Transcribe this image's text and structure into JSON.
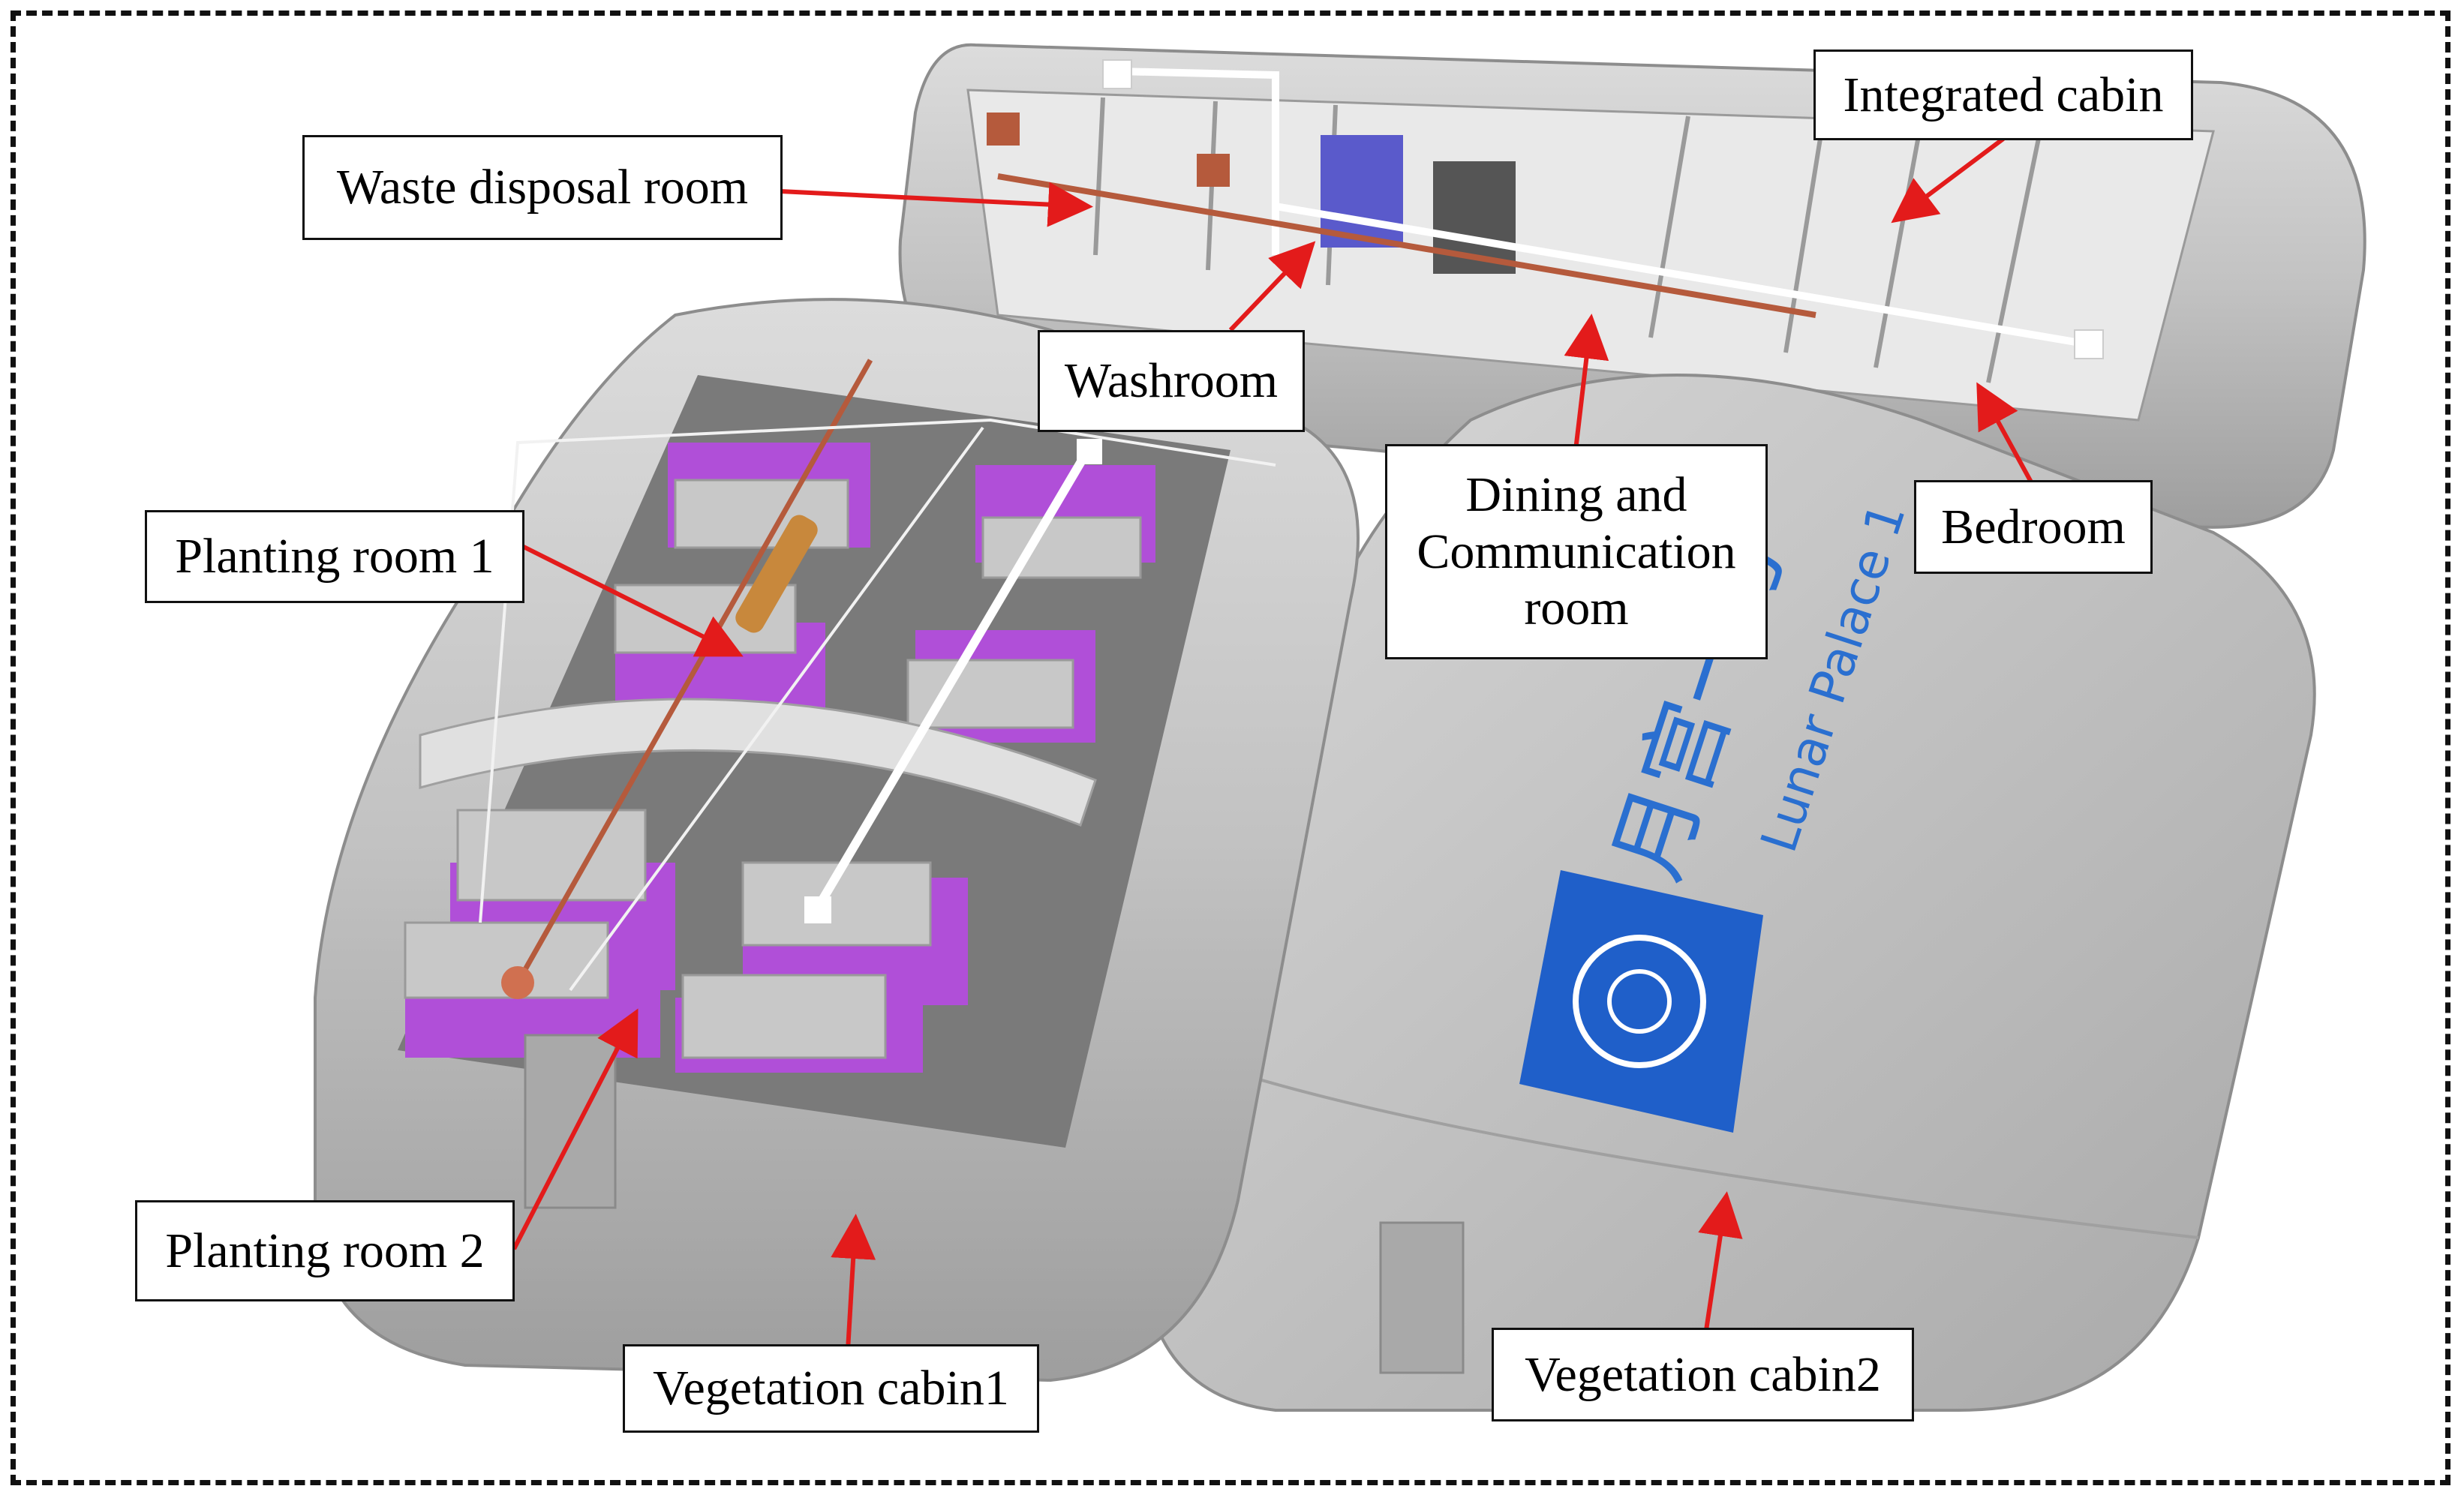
{
  "labels": {
    "integrated_cabin": "Integrated cabin",
    "waste_disposal_room": "Waste disposal room",
    "washroom": "Washroom",
    "planting_room_1": "Planting room 1",
    "dining_communication_room": "Dining and\nCommunication\nroom",
    "bedroom": "Bedroom",
    "planting_room_2": "Planting room 2",
    "vegetation_cabin1": "Vegetation cabin1",
    "vegetation_cabin2": "Vegetation cabin2"
  },
  "cabin_branding": {
    "chinese_name": "月宫一号",
    "english_name": "Lunar Palace 1"
  },
  "colors": {
    "cabin_shell": "#bdbdbd",
    "grow_light": "#b04fd8",
    "arrow": "#e31b1b",
    "logo_panel": "#1f5fc9",
    "branding_text": "#2a6fd0"
  }
}
